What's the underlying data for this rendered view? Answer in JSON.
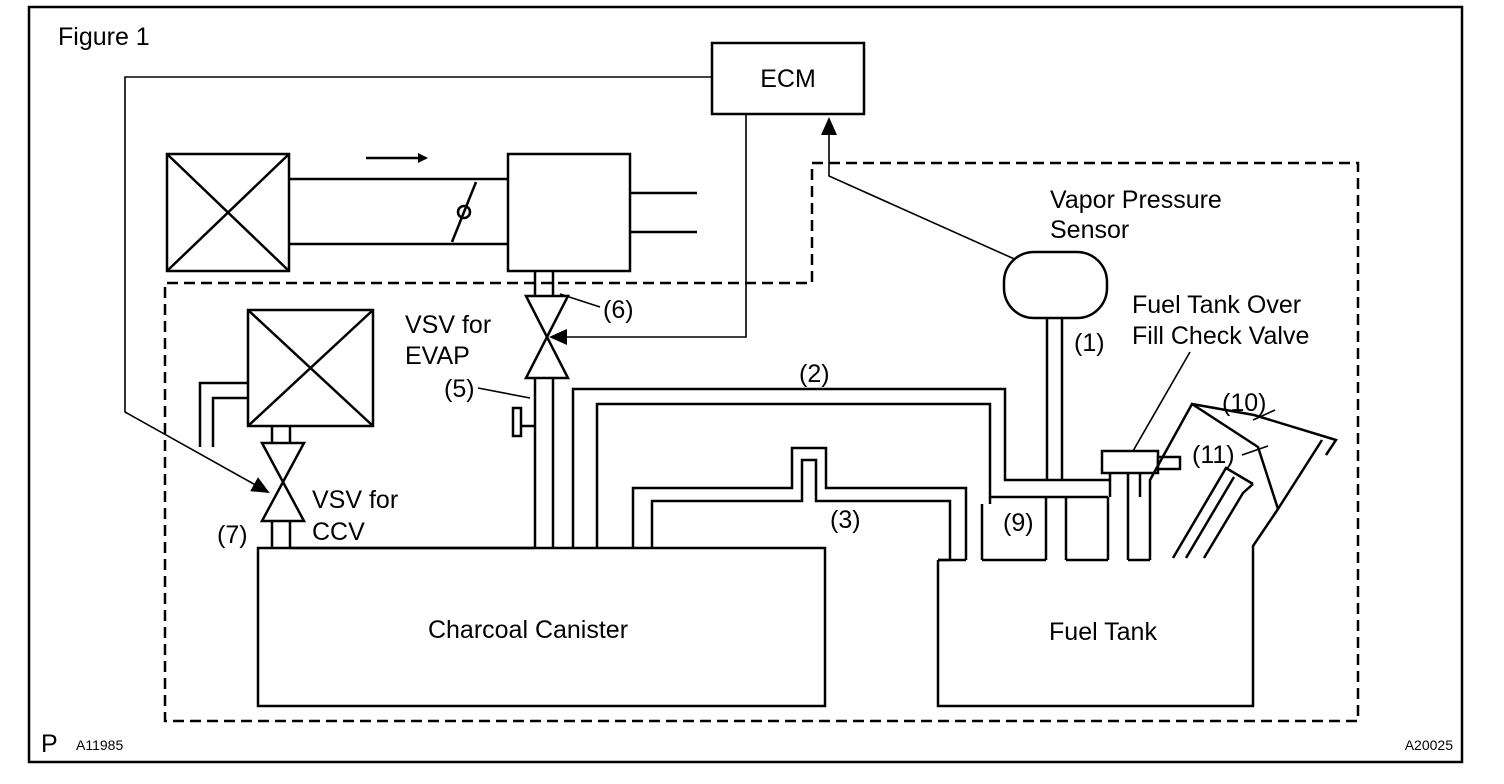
{
  "figure_title": "Figure 1",
  "labels": {
    "ecm": "ECM",
    "vapor_pressure_sensor": [
      "Vapor Pressure",
      "Sensor"
    ],
    "fuel_tank_over_fill_check_valve": [
      "Fuel Tank Over",
      "Fill Check Valve"
    ],
    "vsv_evap": [
      "VSV for",
      "EVAP"
    ],
    "vsv_ccv": [
      "VSV for",
      "CCV"
    ],
    "charcoal_canister": "Charcoal Canister",
    "fuel_tank": "Fuel Tank"
  },
  "callouts": {
    "c1": "(1)",
    "c2": "(2)",
    "c3": "(3)",
    "c5": "(5)",
    "c6": "(6)",
    "c7": "(7)",
    "c9": "(9)",
    "c10": "(10)",
    "c11": "(11)"
  },
  "footer": {
    "left_mark": "P",
    "left_code": "A11985",
    "right_code": "A20025"
  }
}
